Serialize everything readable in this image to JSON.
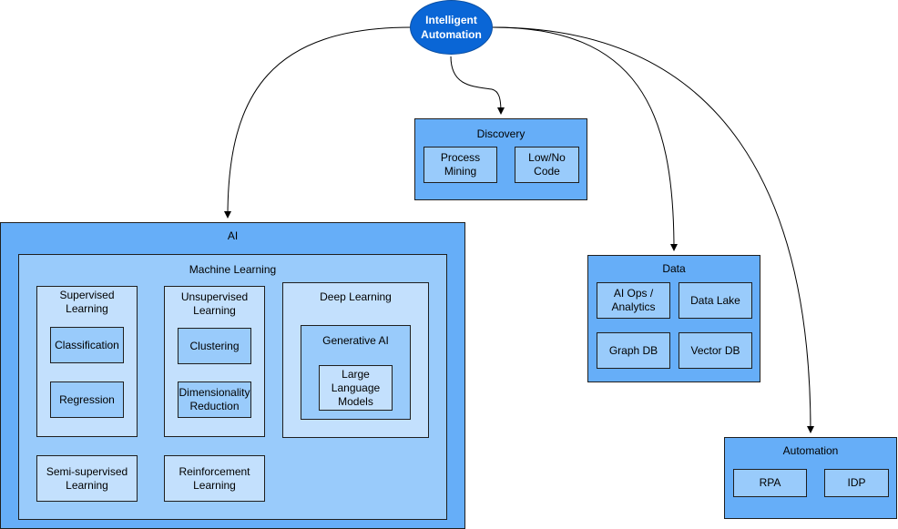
{
  "root": {
    "label": "Intelligent\nAutomation"
  },
  "discovery": {
    "title": "Discovery",
    "items": [
      "Process\nMining",
      "Low/No\nCode"
    ]
  },
  "ai": {
    "title": "AI",
    "ml": {
      "title": "Machine Learning",
      "supervised": {
        "title": "Supervised\nLearning",
        "items": [
          "Classification",
          "Regression"
        ]
      },
      "unsupervised": {
        "title": "Unsupervised\nLearning",
        "items": [
          "Clustering",
          "Dimensionality\nReduction"
        ]
      },
      "deep": {
        "title": "Deep Learning",
        "genai": {
          "title": "Generative AI",
          "items": [
            "Large\nLanguage\nModels"
          ]
        }
      },
      "semi": "Semi-supervised\nLearning",
      "reinforcement": "Reinforcement\nLearning"
    }
  },
  "data": {
    "title": "Data",
    "items": [
      "AI Ops /\nAnalytics",
      "Data Lake",
      "Graph DB",
      "Vector DB"
    ]
  },
  "automation": {
    "title": "Automation",
    "items": [
      "RPA",
      "IDP"
    ]
  },
  "colors": {
    "root_fill": "#0a66d6",
    "outer_fill": "#66aef8",
    "inner_fill": "#99cbfb",
    "leaf_fill": "#c3e0fd"
  }
}
